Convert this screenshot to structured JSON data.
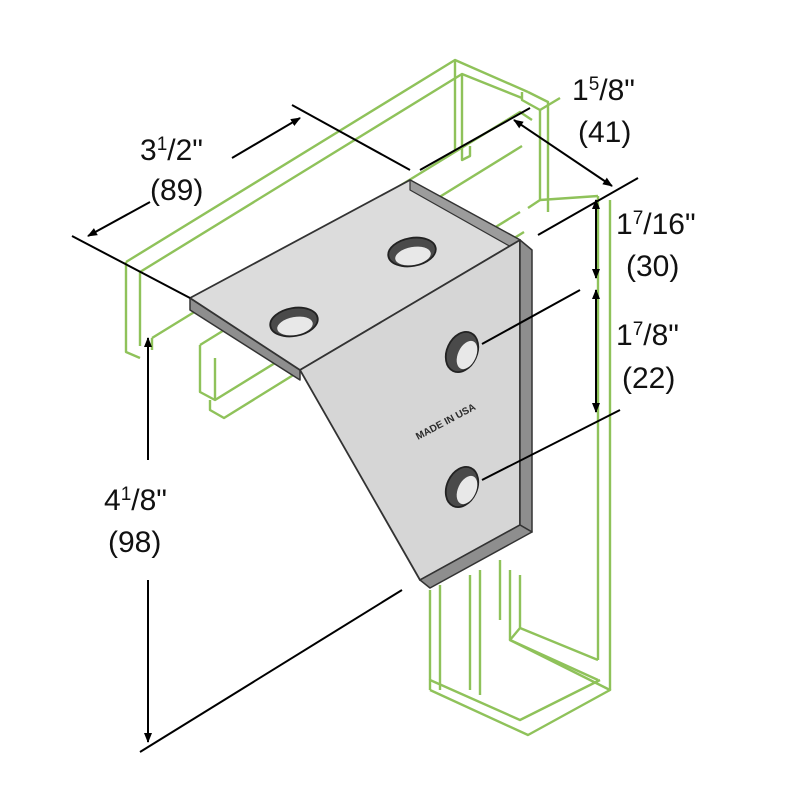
{
  "diagram": {
    "dimensions": {
      "width": {
        "whole": "3",
        "num": "1",
        "den": "2",
        "mark": "\"",
        "metric": "(89)"
      },
      "depth": {
        "whole": "1",
        "num": "5",
        "den": "8",
        "mark": "\"",
        "metric": "(41)"
      },
      "top_offset": {
        "whole": "1",
        "num": "7",
        "den": "16",
        "mark": "\"",
        "metric": "(30)"
      },
      "hole_spacing": {
        "whole": "1",
        "num": "7",
        "den": "8",
        "mark": "\"",
        "metric": "(22)"
      },
      "height": {
        "whole": "4",
        "num": "1",
        "den": "8",
        "mark": "\"",
        "metric": "(98)"
      }
    },
    "stamp": "MADE IN USA",
    "colors": {
      "channel_outline": "#8fc25a",
      "plate_face": "#dcdcdc",
      "plate_edge": "#8e8e8e",
      "dimension_line": "#000000"
    }
  }
}
